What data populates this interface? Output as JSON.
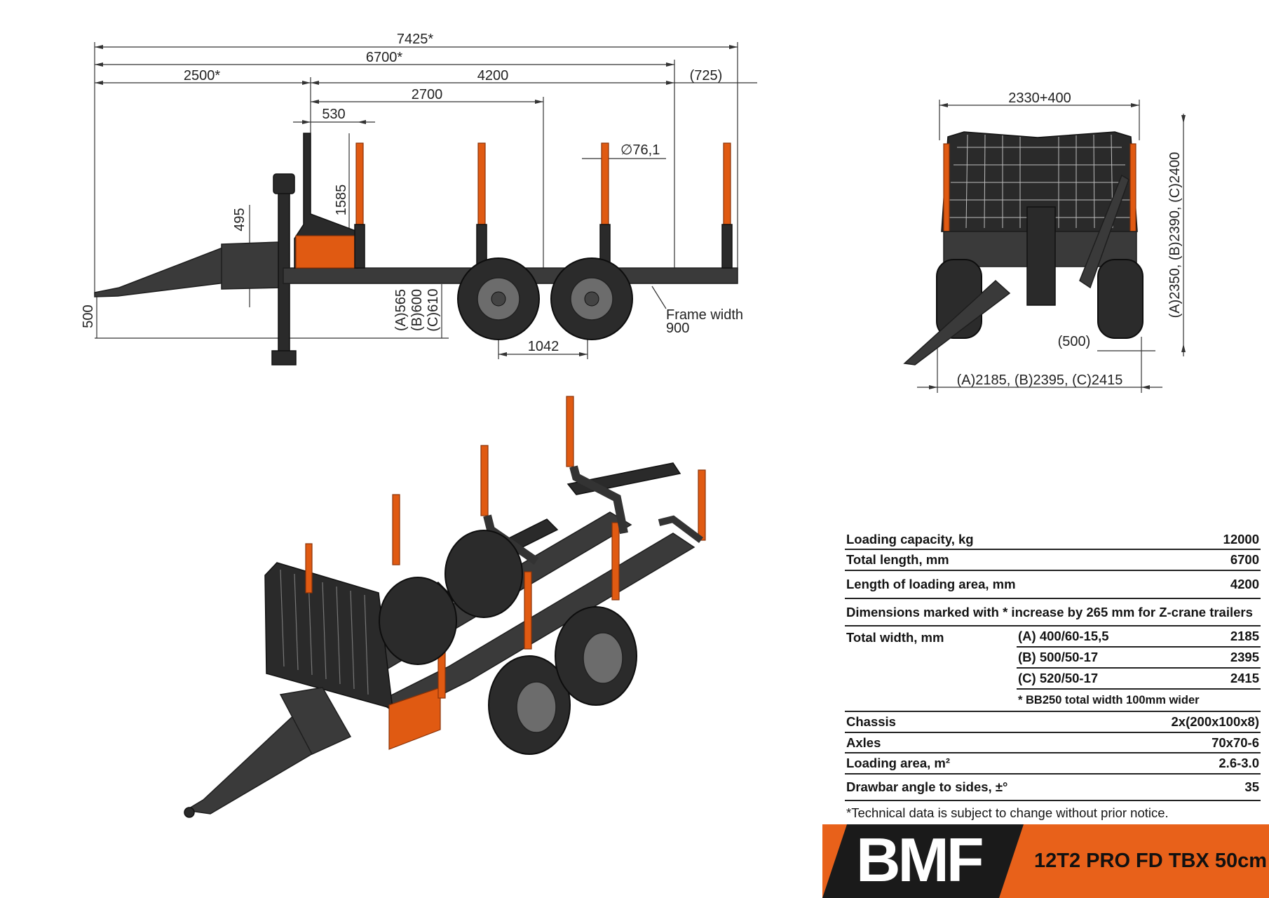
{
  "side_view_dimensions": {
    "overall_length": "7425*",
    "total_length": "6700*",
    "drawbar_length": "2500*",
    "loading_length": "4200",
    "rear_overhang": "(725)",
    "bunk_spacing": "2700",
    "front_offset": "530",
    "stake_diameter": "∅76,1",
    "front_height": "1585",
    "drawbar_height": "495",
    "ground_clearance": "500",
    "frame_height_a": "(A)565",
    "frame_height_b": "(B)600",
    "frame_height_c": "(C)610",
    "axle_spacing": "1042",
    "frame_width_label": "Frame width",
    "frame_width_value": "900"
  },
  "rear_view_dimensions": {
    "grille_width": "2330+400",
    "height_label": "(A)2350, (B)2390, (C)2400",
    "tire_spacing": "(500)",
    "total_width_label": "(A)2185, (B)2395, (C)2415"
  },
  "specs": {
    "loading_capacity": {
      "label": "Loading capacity, kg",
      "value": "12000"
    },
    "total_length": {
      "label": "Total length, mm",
      "value": "6700"
    },
    "loading_area_length": {
      "label": "Length of loading area, mm",
      "value": "4200"
    },
    "z_crane_note": "Dimensions marked with * increase by 265 mm for Z-crane trailers",
    "total_width": {
      "label": "Total width, mm",
      "options": [
        {
          "tire": "(A) 400/60-15,5",
          "value": "2185"
        },
        {
          "tire": "(B) 500/50-17",
          "value": "2395"
        },
        {
          "tire": "(C) 520/50-17",
          "value": "2415"
        }
      ],
      "note": "* BB250 total width 100mm wider"
    },
    "chassis": {
      "label": "Chassis",
      "value": "2x(200x100x8)"
    },
    "axles": {
      "label": "Axles",
      "value": "70x70-6"
    },
    "loading_area": {
      "label": "Loading area, m²",
      "value": "2.6-3.0"
    },
    "drawbar_angle": {
      "label": "Drawbar angle to sides, ±°",
      "value": "35"
    },
    "disclaimer": "*Technical data is subject to change without prior notice."
  },
  "brand": {
    "logo_text": "BMF",
    "model": "12T2 PRO FD TBX 50cm",
    "accent_color": "#e8611a"
  },
  "colors": {
    "frame": "#3a3a3a",
    "stakes": "#e05a12",
    "tires": "#2b2b2b"
  }
}
